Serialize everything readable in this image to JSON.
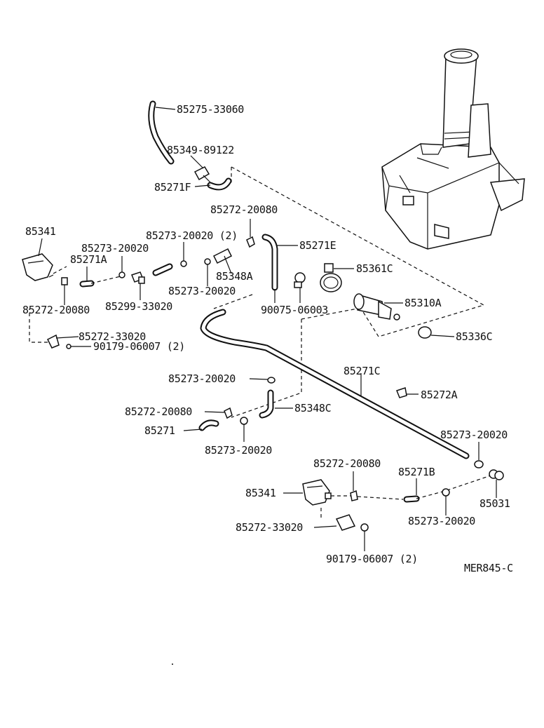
{
  "labels": {
    "p85275_33060": "85275-33060",
    "p85349_89122": "85349-89122",
    "p85271F": "85271F",
    "p85272_20080_top": "85272-20080",
    "p85341_left": "85341",
    "p85273_20020_2": "85273-20020 (2)",
    "p85271E": "85271E",
    "p85273_20020_a": "85273-20020",
    "p85271A": "85271A",
    "p85348A": "85348A",
    "p85361C": "85361C",
    "p85273_20020_b": "85273-20020",
    "p85272_20080_left": "85272-20080",
    "p85299_33020": "85299-33020",
    "p90075_06003": "90075-06003",
    "p85310A": "85310A",
    "p85272_33020_left": "85272-33020",
    "p90179_06007_left": "90179-06007 (2)",
    "p85336C": "85336C",
    "p85271C": "85271C",
    "p85273_20020_c": "85273-20020",
    "p85272A": "85272A",
    "p85272_20080_mid": "85272-20080",
    "p85348C": "85348C",
    "p85271": "85271",
    "p85273_20020_d": "85273-20020",
    "p85273_20020_e": "85273-20020",
    "p85272_20080_right": "85272-20080",
    "p85271B": "85271B",
    "p85341_right": "85341",
    "p85031": "85031",
    "p85273_20020_f": "85273-20020",
    "p85272_33020_right": "85272-33020",
    "p90179_06007_right": "90179-06007 (2)",
    "diagram_code": "MER845-C"
  }
}
